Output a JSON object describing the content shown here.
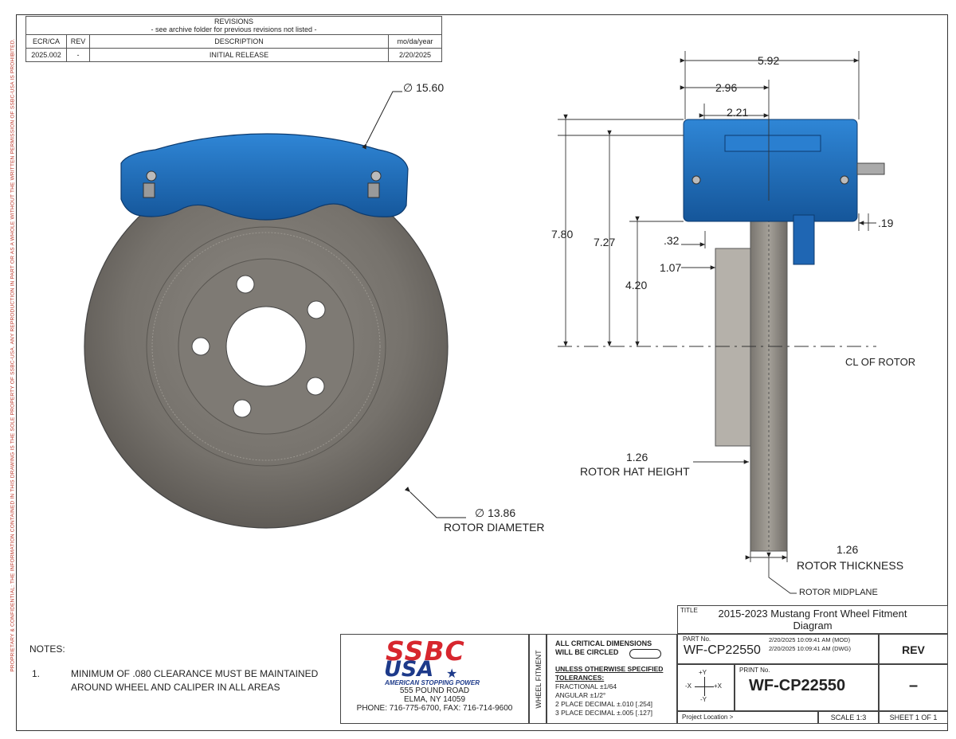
{
  "revisions": {
    "title": "REVISIONS",
    "subtitle": "- see archive folder for previous revisions not listed -",
    "headers": [
      "ECR/CA",
      "REV",
      "DESCRIPTION",
      "mo/da/year"
    ],
    "rows": [
      [
        "2025.002",
        "-",
        "INITIAL RELEASE",
        "2/20/2025"
      ]
    ]
  },
  "side_notice": "PROPRIETARY & CONFIDENTIAL: THE INFORMATION CONTAINED IN THIS DRAWING IS THE SOLE PROPERTY OF SSBC-USA. ANY REPRODUCTION IN PART OR AS A WHOLE WITHOUT THE WRITTEN PERMISSION OF SSBC-USA IS PROHIBITED.",
  "dimensions": {
    "caliper_diameter": "15.60",
    "rotor_diameter": "13.86",
    "rotor_diameter_label": "ROTOR DIAMETER",
    "overall_width": "5.92",
    "width_296": "2.96",
    "width_221": "2.21",
    "height_780": "7.80",
    "height_727": "7.27",
    "height_420": "4.20",
    "offset_032": ".32",
    "offset_107": "1.07",
    "offset_019": ".19",
    "hat_height": "1.26",
    "hat_height_label": "ROTOR HAT HEIGHT",
    "thickness": "1.26",
    "thickness_label": "ROTOR THICKNESS",
    "midplane_label": "ROTOR MIDPLANE",
    "cl_label": "CL OF ROTOR",
    "diameter_symbol": "∅"
  },
  "notes": {
    "title": "NOTES:",
    "items": [
      {
        "num": "1.",
        "line1": "MINIMUM OF .080 CLEARANCE MUST BE MAINTAINED",
        "line2": "AROUND WHEEL AND CALIPER IN ALL AREAS"
      }
    ]
  },
  "company": {
    "logo_top": "SSBC",
    "logo_bottom": "USA",
    "tagline": "AMERICAN STOPPING POWER",
    "address1": "555 POUND ROAD",
    "address2": "ELMA, NY 14059",
    "phone": "PHONE: 716-775-6700, FAX: 716-714-9600"
  },
  "title_block": {
    "side_label": "WHEEL FITMENT",
    "critical_line1": "ALL CRITICAL DIMENSIONS",
    "critical_line2": "WILL BE CIRCLED",
    "unless": "UNLESS OTHERWISE SPECIFIED",
    "tolerances": "TOLERANCES:",
    "fractional": "FRACTIONAL ±1/64",
    "angular": "ANGULAR ±1/2°",
    "two_place": "2 PLACE DECIMAL ±.010 [.254]",
    "three_place": "3 PLACE DECIMAL ±.005 [.127]",
    "title_prefix": "TITLE",
    "title_line1": "2015-2023 Mustang Front Wheel Fitment",
    "title_line2": "Diagram",
    "part_label": "PART No.",
    "part_no": "WF-CP22550",
    "mod_date": "2/20/2025 10:09:41 AM (MOD)",
    "dwg_date": "2/20/2025 10:09:41 AM (DWG)",
    "rev_label": "REV",
    "print_label": "PRINT No.",
    "print_no": "WF-CP22550",
    "rev_value": "–",
    "axis_plus_y": "+Y",
    "axis_minus_y": "-Y",
    "axis_plus_x": "+X",
    "axis_minus_x": "-X",
    "project": "Project Location >",
    "scale": "SCALE 1:3",
    "sheet": "SHEET 1 OF 1"
  },
  "colors": {
    "caliper": "#1f6fbf",
    "rotor": "#77736d",
    "logo_red": "#d7262e",
    "logo_blue": "#1d3a8a"
  }
}
